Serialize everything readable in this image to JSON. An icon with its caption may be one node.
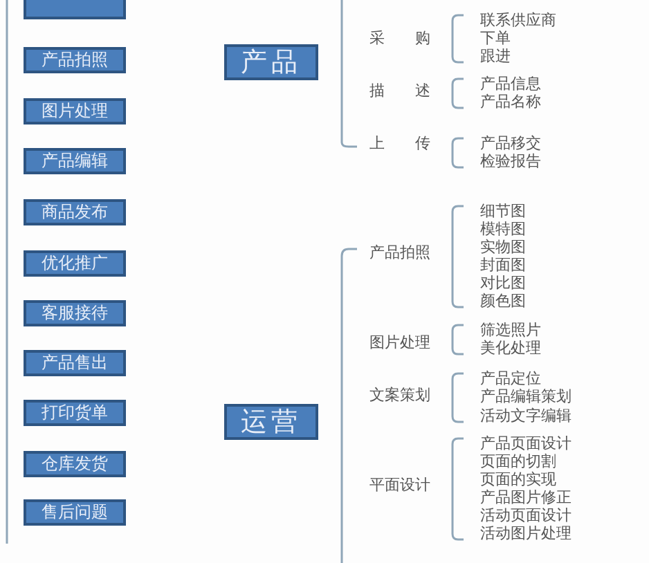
{
  "diagram": {
    "nodes": [
      {
        "text": [],
        "shape": "box"
      },
      {
        "text": [
          "产品拍照"
        ]
      },
      {
        "text": [
          "图片处理"
        ]
      },
      {
        "text": [
          "产品编辑"
        ]
      },
      {
        "text": [
          "商品发布"
        ]
      },
      {
        "text": [
          "优化推广"
        ]
      },
      {
        "text": [
          "客服接待"
        ]
      },
      {
        "text": [
          "产品售出"
        ]
      },
      {
        "text": [
          "打印货单"
        ]
      },
      {
        "text": [
          "仓库发货"
        ]
      },
      {
        "text": [
          "售后问题"
        ]
      },
      {
        "text": [
          "产品"
        ]
      },
      {
        "text": [
          "运营"
        ]
      }
    ],
    "edges": [],
    "labels": [
      "采购",
      "联系供应商",
      "下单",
      "跟进",
      "描述",
      "产品信息",
      "产品名称",
      "上传",
      "产品移交",
      "检验报告",
      "产品拍照",
      "细节图",
      "模特图",
      "实物图",
      "封面图",
      "对比图",
      "颜色图",
      "图片处理",
      "筛选照片",
      "美化处理",
      "文案策划",
      "产品定位",
      "产品编辑策划",
      "活动文字编辑",
      "平面设计",
      "产品页面设计",
      "页面的切割",
      "页面的实现",
      "产品图片修正",
      "活动页面设计",
      "活动图片处理"
    ]
  }
}
